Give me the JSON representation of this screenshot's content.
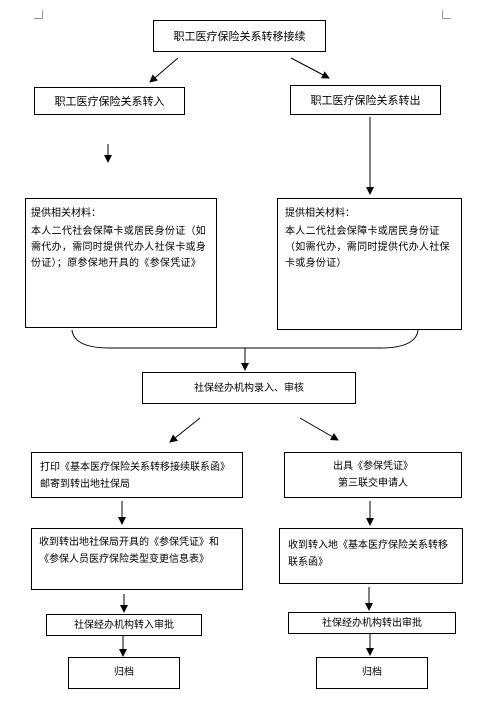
{
  "title": "职工医疗保险关系转移接续",
  "transfer_in": {
    "label": "职工医疗保险关系转入"
  },
  "transfer_out": {
    "label": "职工医疗保险关系转出"
  },
  "materials_left": {
    "heading": "提供相关材料：",
    "body": "本人二代社会保障卡或居民身份证（如需代办，需同时提供代办人社保卡或身份证）；原参保地开具的《参保凭证》"
  },
  "materials_right": {
    "heading": "提供相关材料：",
    "body": "本人二代社会保障卡或居民身份证（如需代办，需同时提供代办人社保卡或身份证）"
  },
  "agency_review": "社保经办机构录入、审核",
  "left_print": "打印《基本医疗保险关系转移接续联系函》邮寄到转出地社保局",
  "right_issue_line1": "出具《参保凭证》",
  "right_issue_line2": "第三联交申请人",
  "left_receive": "收到转出地社保局开具的《参保凭证》和《参保人员医疗保险类型变更信息表》",
  "right_receive": "收到转入地《基本医疗保险关系转移联系函》",
  "left_approve": "社保经办机构转入审批",
  "right_approve": "社保经办机构转出审批",
  "left_archive": "归档",
  "right_archive": "归档"
}
